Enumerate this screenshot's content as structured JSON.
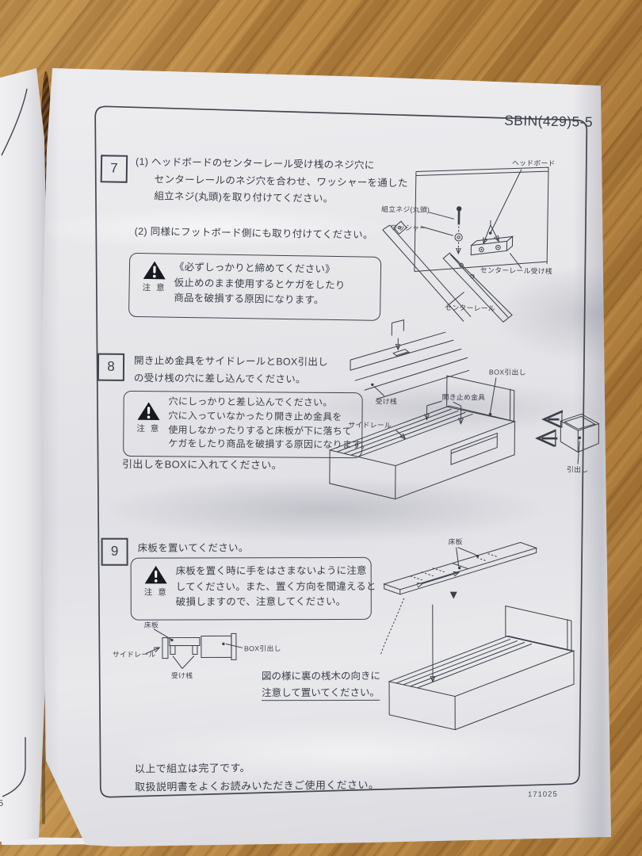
{
  "caution_label": "注 意",
  "paper": {
    "code": "SBIN(429)5-5",
    "serial": "171025",
    "closing_l1": "以上で組立は完了です。",
    "closing_l2": "取扱説明書をよくお読みいただきご使用ください。"
  },
  "left_sheet": {
    "fragment": "5"
  },
  "step7": {
    "number": "7",
    "lines": [
      "(1) ヘッドボードのセンターレール受け桟のネジ穴に",
      "センターレールのネジ穴を合わせ、ワッシャーを通した",
      "組立ネジ(丸頭)を取り付けてください。"
    ],
    "line2": "(2) 同様にフットボード側にも取り付けてください。",
    "caution": [
      "《必ずしっかりと締めてください》",
      "仮止めのまま使用するとケガをしたり",
      "商品を破損する原因になります。"
    ],
    "labels": {
      "headboard": "ヘッドボード",
      "screw": "組立ネジ(丸頭)",
      "washer": "ワッシャー",
      "rail_support": "センターレール受け桟",
      "center_rail": "センターレール"
    }
  },
  "step8": {
    "number": "8",
    "heading": [
      "開き止め金具をサイドレールとBOX引出し",
      "の受け桟の穴に差し込んでください。"
    ],
    "caution": [
      "穴にしっかりと差し込んでください。",
      "穴に入っていなかったり開き止め金具を",
      "使用しなかったりすると床板が下に落ちて",
      "ケガをしたり商品を破損する原因になります。"
    ],
    "note": "引出しをBOXに入れてください。",
    "labels": {
      "rail_support": "受け桟",
      "stopper": "開き止め金具",
      "box_drawer": "BOX引出し",
      "side_rail": "サイドレール",
      "drawer": "引出し"
    }
  },
  "step9": {
    "number": "9",
    "heading": "床板を置いてください。",
    "caution": [
      "床板を置く時に手をはさまないように注意",
      "してください。また、置く方向を間違えると",
      "破損しますので、注意してください。"
    ],
    "labels": {
      "floor_board": "床板",
      "side_rail": "サイドレール",
      "rail_support": "受け桟",
      "box_drawer": "BOX引出し",
      "floor_board_big": "床板"
    },
    "note": [
      "図の様に裏の桟木の向きに",
      "注意して置いてください。"
    ]
  },
  "colors": {
    "wood": "#b3813f",
    "wood_dark": "#7a4e1e",
    "paper": "#e9e9ed",
    "ink": "#3a3e48"
  }
}
